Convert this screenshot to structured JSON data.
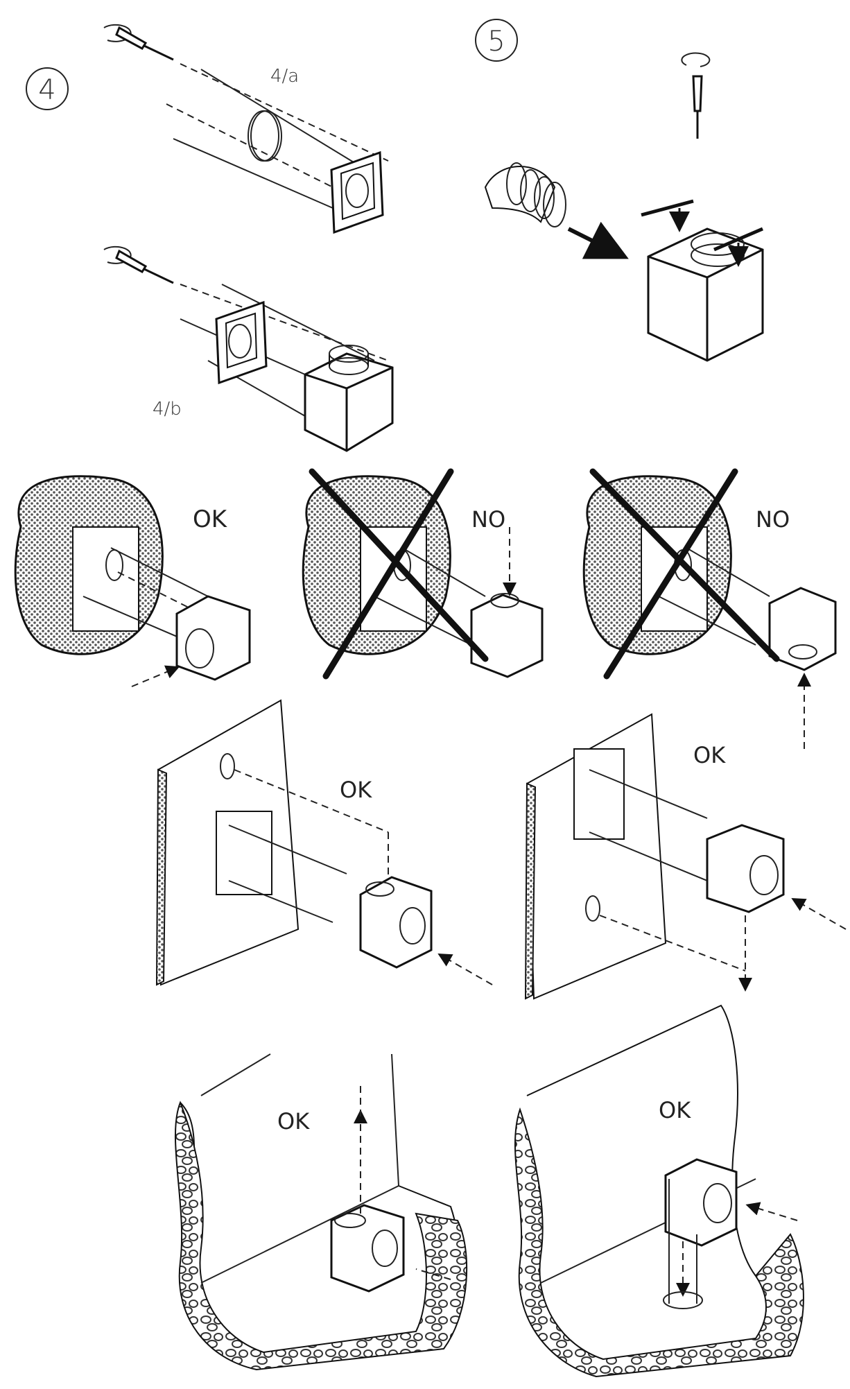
{
  "steps": {
    "step4": {
      "number": "4",
      "sub_a": "4/a",
      "sub_b": "4/b"
    },
    "step5": {
      "number": "5"
    }
  },
  "orientation_row": {
    "panels": [
      {
        "verdict": "OK"
      },
      {
        "verdict": "NO"
      },
      {
        "verdict": "NO"
      }
    ]
  },
  "wall_row": {
    "panels": [
      {
        "verdict": "OK"
      },
      {
        "verdict": "OK"
      }
    ]
  },
  "floor_row": {
    "panels": [
      {
        "verdict": "OK"
      },
      {
        "verdict": "OK"
      }
    ]
  },
  "colors": {
    "ink": "#111111",
    "background": "#ffffff",
    "hatch": "#555555"
  },
  "icons": [
    "screwdriver-icon",
    "rotate-arrow-icon",
    "flex-duct-icon",
    "cross-out-icon",
    "direction-arrow-icon"
  ]
}
